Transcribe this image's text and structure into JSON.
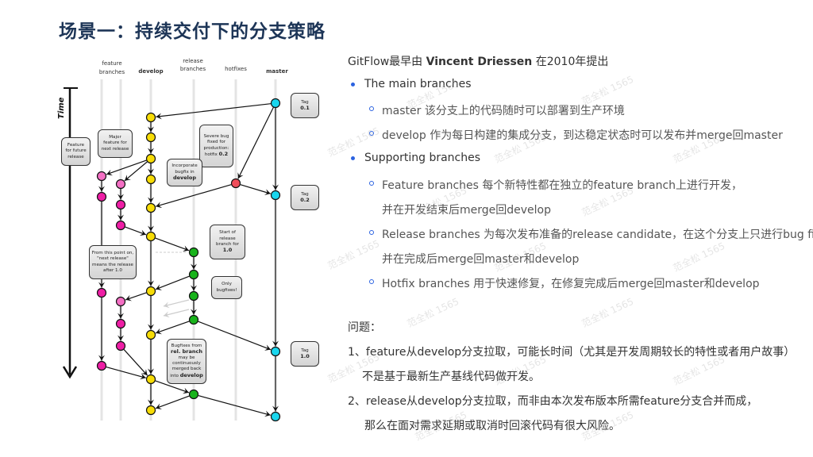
{
  "title": "场景一：持续交付下的分支策略",
  "diagram": {
    "columns": {
      "feature": [
        "feature",
        "branches"
      ],
      "develop": "develop",
      "release": [
        "release",
        "branches"
      ],
      "hotfixes": "hotfixes",
      "master": "master"
    },
    "time_label": "Time",
    "callouts": {
      "tag01": [
        "Tag",
        "0.1"
      ],
      "tag02": [
        "Tag",
        "0.2"
      ],
      "tag10": [
        "Tag",
        "1.0"
      ],
      "future": [
        "Feature",
        "for future",
        "release"
      ],
      "major": [
        "Major",
        "feature for",
        "next release"
      ],
      "severe": [
        "Severe bug",
        "fixed for",
        "production:",
        "hotfix ",
        "0.2"
      ],
      "incorporate": [
        "Incorporate",
        "bugfix in",
        "develop"
      ],
      "start": [
        "Start of",
        "release",
        "branch for",
        "1.0"
      ],
      "frompoint": [
        "From this point on,",
        "\"next release\"",
        "means the release",
        "after 1.0"
      ],
      "only": [
        "Only",
        "bugfixes!"
      ],
      "bugfixes": [
        "Bugfixes from",
        "rel. branch",
        "may be",
        "continuously",
        "merged back",
        "into ",
        "develop"
      ]
    },
    "colors": {
      "feature": "#ee1ea5",
      "feature_light": "#f46fc4",
      "develop": "#f7dc06",
      "release": "#18b31b",
      "hotfix": "#f04d5a",
      "master": "#19d6ee"
    }
  },
  "content": {
    "intro_prefix": "GitFlow最早由 ",
    "intro_name": "Vincent Driessen",
    "intro_suffix": " 在2010年提出",
    "main_branches": "The main branches",
    "master_desc": "master 该分支上的代码随时可以部署到生产环境",
    "develop_desc": "develop 作为每日构建的集成分支，到达稳定状态时可以发布并merge回master",
    "supporting": "Supporting branches",
    "feature_desc": "Feature branches 每个新特性都在独立的feature branch上进行开发，",
    "feature_desc2": "并在开发结束后merge回develop",
    "release_desc": "Release branches 为每次发布准备的release candidate，在这个分支上只进行bug fix，",
    "release_desc2": "并在完成后merge回master和develop",
    "hotfix_desc": "Hotfix branches 用于快速修复，在修复完成后merge回master和develop",
    "problems": "问题：",
    "p1": "1、feature从develop分支拉取，可能长时间（尤其是开发周期较长的特性或者用户故事）",
    "p1b": "不是基于最新生产基线代码做开发。",
    "p2": "2、release从develop分支拉取，而非由本次发布版本所需feature分支合并而成，",
    "p2b": "那么在面对需求延期或取消时回滚代码有很大风险。"
  },
  "watermark": "范全松 1565"
}
